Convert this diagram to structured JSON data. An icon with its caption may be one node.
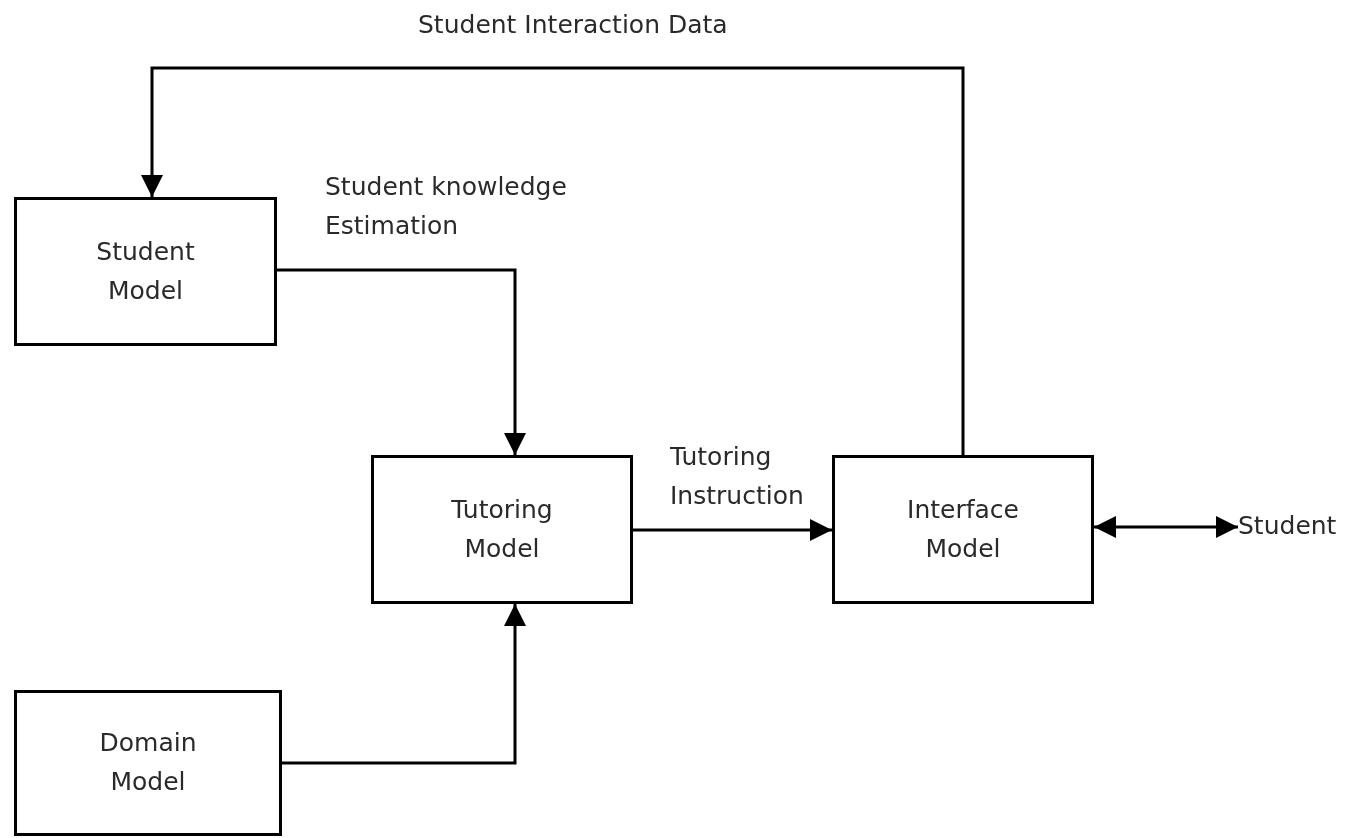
{
  "diagram": {
    "nodes": [
      {
        "text": [
          "Student Model"
        ]
      },
      {
        "text": [
          "Tutoring Model"
        ]
      },
      {
        "text": [
          "Domain Model"
        ]
      },
      {
        "text": [
          "Interface Model"
        ]
      },
      {
        "text": [
          "Student"
        ]
      }
    ],
    "edges": [
      {
        "from": 3,
        "to": 0,
        "arrow": "to",
        "label": "Student Interaction Data"
      },
      {
        "from": 0,
        "to": 1,
        "arrow": "to",
        "label": "Student knowledge Estimation"
      },
      {
        "from": 2,
        "to": 1,
        "arrow": "to"
      },
      {
        "from": 1,
        "to": 3,
        "arrow": "to",
        "label": "Tutoring Instruction"
      },
      {
        "from": 3,
        "to": 4,
        "arrow": "both"
      }
    ]
  }
}
